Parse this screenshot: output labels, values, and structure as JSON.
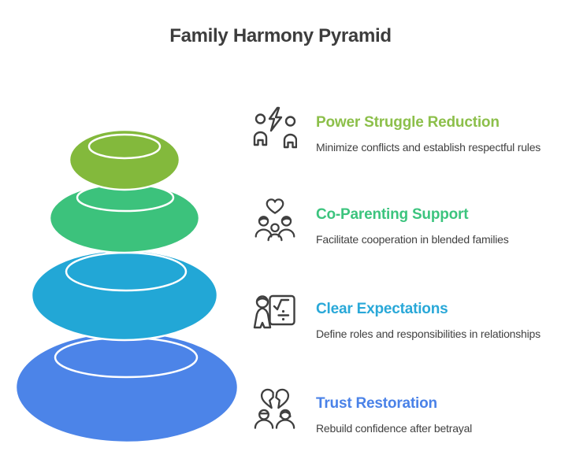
{
  "title": "Family Harmony Pyramid",
  "colors": {
    "title_text": "#3d3d3d",
    "body_text": "#414141",
    "icon_stroke": "#3f3f3f",
    "stone_outline": "#ffffff"
  },
  "items": [
    {
      "title": "Power Struggle Reduction",
      "description": "Minimize conflicts and establish respectful rules",
      "color": "#8cbf4a",
      "icon": "people-lightning-icon"
    },
    {
      "title": "Co-Parenting Support",
      "description": "Facilitate cooperation in blended families",
      "color": "#3cc47e",
      "icon": "family-heart-icon"
    },
    {
      "title": "Clear Expectations",
      "description": "Define roles and responsibilities in relationships",
      "color": "#29a8d8",
      "icon": "person-checklist-icon"
    },
    {
      "title": "Trust Restoration",
      "description": "Rebuild confidence after betrayal",
      "color": "#4a82e8",
      "icon": "broken-heart-people-icon"
    }
  ],
  "pyramid": {
    "stones": [
      {
        "position": "top",
        "color": "#83b93c"
      },
      {
        "position": "second",
        "color": "#3cc27c"
      },
      {
        "position": "third",
        "color": "#22a7d6"
      },
      {
        "position": "bottom",
        "color": "#4c84e8"
      }
    ]
  }
}
